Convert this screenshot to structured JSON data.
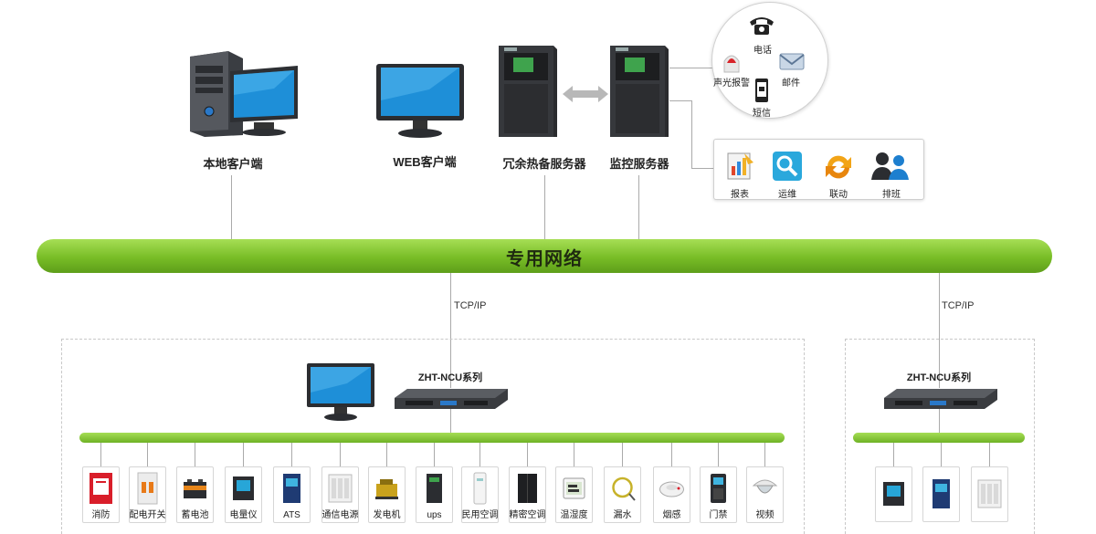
{
  "top_nodes": {
    "local_client": "本地客户端",
    "web_client": "WEB客户端",
    "standby_server": "冗余热备服务器",
    "monitor_server": "监控服务器"
  },
  "alarm_channels": {
    "phone": "电话",
    "sound_light": "声光报警",
    "email": "邮件",
    "sms": "短信"
  },
  "functions": {
    "report": "报表",
    "ops": "运维",
    "linkage": "联动",
    "schedule": "排班"
  },
  "network": {
    "name": "专用网络",
    "protocol_left": "TCP/IP",
    "protocol_right": "TCP/IP"
  },
  "ncu": {
    "left_label": "ZHT-NCU系列",
    "right_label": "ZHT-NCU系列"
  },
  "devices_left": [
    "消防",
    "配电开关",
    "蓄电池",
    "电量仪",
    "ATS",
    "通信电源",
    "发电机",
    "ups",
    "民用空调",
    "精密空调",
    "温湿度",
    "漏水",
    "烟感",
    "门禁",
    "视频"
  ],
  "colors": {
    "network_green": "#78bd26",
    "monitor_blue": "#1a8ad4"
  }
}
